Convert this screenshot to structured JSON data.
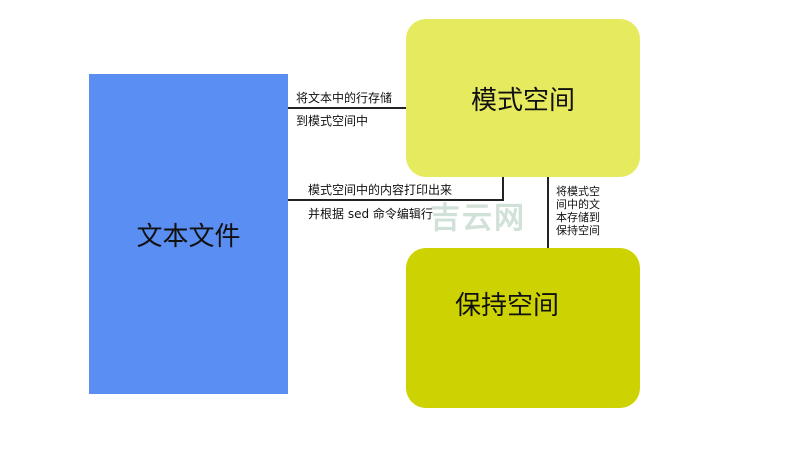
{
  "diagram": {
    "nodes": {
      "text_file": {
        "label": "文本文件",
        "color": "#5b8ef2"
      },
      "pattern_space": {
        "label": "模式空间",
        "color": "#e6ea5f"
      },
      "hold_space": {
        "label": "保持空间",
        "color": "#cdd202"
      }
    },
    "edges": {
      "file_to_pattern": {
        "line1": "将文本中的行存储",
        "line2": "到模式空间中"
      },
      "pattern_to_file": {
        "line1": "模式空间中的内容打印出来",
        "line2": "并根据 sed 命令编辑行"
      },
      "pattern_to_hold": {
        "label": "将模式空间中的文本存储到保持空间"
      }
    },
    "watermark": "吉云网"
  }
}
